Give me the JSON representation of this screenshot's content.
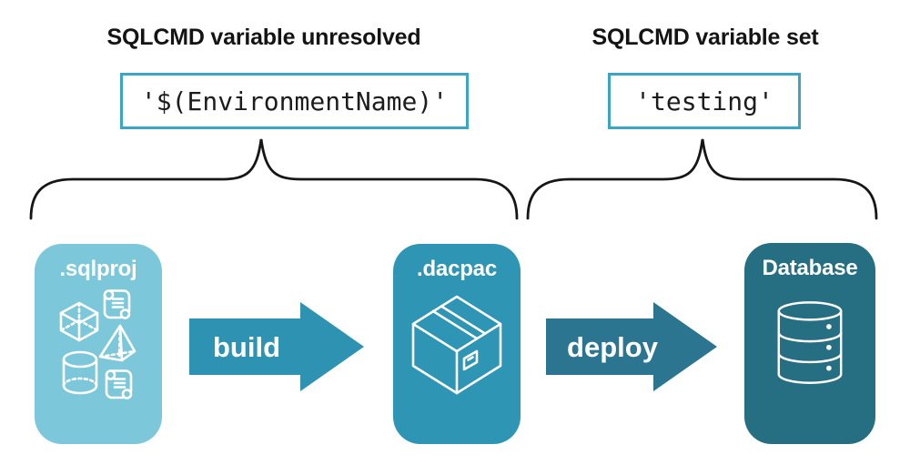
{
  "sections": {
    "unresolved": {
      "heading": "SQLCMD variable unresolved",
      "code": "'$(EnvironmentName)'"
    },
    "set": {
      "heading": "SQLCMD variable set",
      "code": "'testing'"
    }
  },
  "pipeline": {
    "nodes": [
      {
        "id": "sqlproj",
        "label": ".sqlproj",
        "icon": "sql-objects-icon",
        "color": "#7cc7da"
      },
      {
        "id": "dacpac",
        "label": ".dacpac",
        "icon": "package-box-icon",
        "color": "#2e95b4"
      },
      {
        "id": "database",
        "label": "Database",
        "icon": "database-icon",
        "color": "#266e81"
      }
    ],
    "arrows": [
      {
        "id": "build",
        "label": "build",
        "color": "#2e93b2"
      },
      {
        "id": "deploy",
        "label": "deploy",
        "color": "#2b7590"
      }
    ]
  },
  "colors": {
    "code_box_border": "#3aa6c3",
    "brace_stroke": "#161616",
    "heading_text": "#141414",
    "code_text": "#1c1c1c",
    "icon_stroke": "#ffffff"
  }
}
